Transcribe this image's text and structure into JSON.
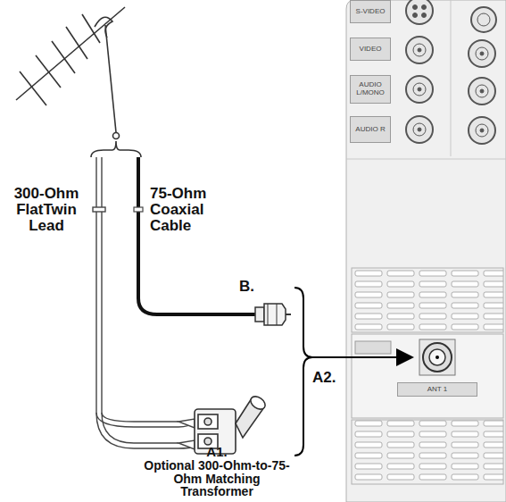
{
  "diagram": {
    "nodes": [
      {
        "text": [
          "S-VIDEO"
        ]
      },
      {
        "text": [
          "VIDEO"
        ]
      },
      {
        "text": [
          "AUDIO L/MONO"
        ]
      },
      {
        "text": [
          "AUDIO R"
        ]
      },
      {
        "text": [
          "ANT 1"
        ]
      }
    ],
    "labels": [
      "300-Ohm FlatTwin Lead",
      "75-Ohm Coaxial Cable",
      "B.",
      "A2.",
      "A1.",
      "Optional 300-Ohm-to-75-Ohm Matching Transformer"
    ]
  }
}
